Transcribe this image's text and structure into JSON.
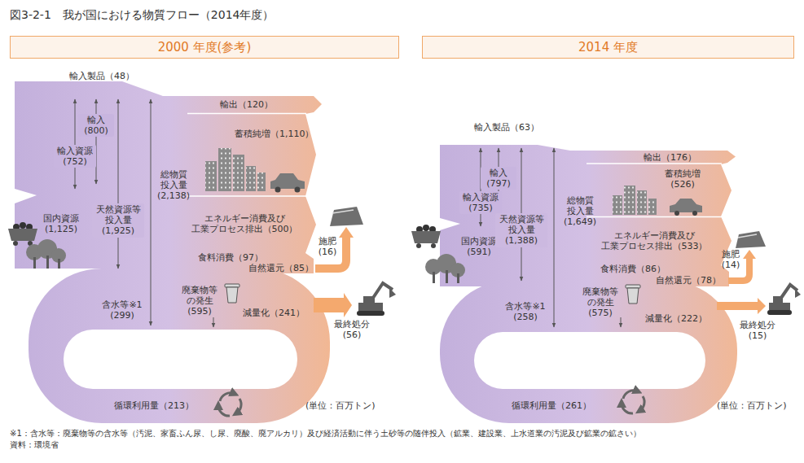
{
  "diagram": {
    "title": "図3-2-1　我が国における物質フロー（2014年度）",
    "nodes": [
      {
        "text": [
          "2000 年度(参考)"
        ]
      },
      {
        "text": [
          "2014 年度"
        ]
      }
    ],
    "labels": [
      "輸入製品（48）",
      "輸入 (800)",
      "輸入資源 (752)",
      "国内資源 (1,125)",
      "天然資源等 投入量 (1,925)",
      "総物質 投入量 (2,138)",
      "輸出（120）",
      "蓄積純増（1,110）",
      "エネルギー消費及び 工業プロセス排出（500）",
      "食料消費（97）",
      "自然還元（85）",
      "施肥 (16)",
      "含水等※1 (299)",
      "廃棄物等 の発生 (595)",
      "減量化（241）",
      "最終処分 (56)",
      "循環利用量（213）",
      "(単位：百万トン)",
      "輸入製品（63）",
      "輸入 (797)",
      "輸入資源 (735)",
      "国内資源 (591)",
      "天然資源等 投入量 (1,388)",
      "総物質 投入量 (1,649)",
      "輸出（176）",
      "蓄積純増 (526)",
      "エネルギー消費及び 工業プロセス排出（533）",
      "食料消費（86）",
      "自然還元（78）",
      "施肥 (14)",
      "含水等※1 (258)",
      "廃棄物等 の発生 (575)",
      "減量化（222）",
      "最終処分 (15)",
      "循環利用量（261）",
      "(単位：百万トン)",
      "※1：含水等：廃棄物等の含水等（汚泥、家畜ふん尿、し尿、廃酸、廃アルカリ）及び経済活動に伴う土砂等の随伴投入（鉱業、建設業、上水道業の汚泥及び鉱業の鉱さい）",
      "資料：環境省"
    ]
  }
}
